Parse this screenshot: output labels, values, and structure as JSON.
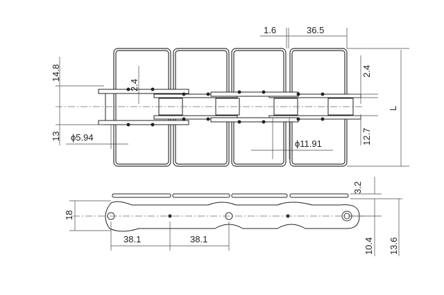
{
  "drawing": {
    "top_view": {
      "dims": {
        "gap": "1.6",
        "slat_width": "36.5",
        "height_left": "14.8",
        "plate_thickness_left": "2.4",
        "offset_left": "13",
        "pin_diameter": "ϕ5.94",
        "roller_diameter": "ϕ11.91",
        "plate_thickness_right": "2.4",
        "plate_height": "12.7",
        "overall_length": "L"
      }
    },
    "side_view": {
      "dims": {
        "slat_thickness": "3.2",
        "plate_height": "18",
        "pitch_1": "38.1",
        "pitch_2": "38.1",
        "pin_height": "10.4",
        "total_height": "13.6"
      }
    }
  }
}
